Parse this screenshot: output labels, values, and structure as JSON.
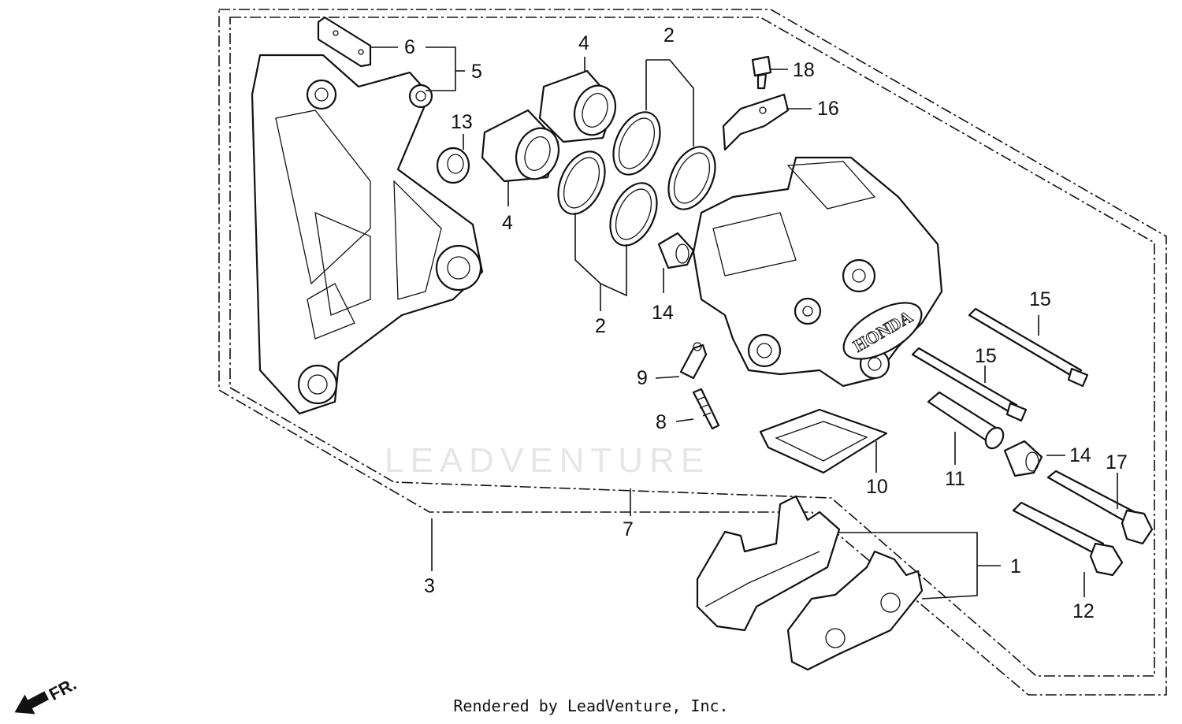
{
  "diagram": {
    "labels": {
      "l1": "1",
      "l2a": "2",
      "l2b": "2",
      "l3": "3",
      "l4a": "4",
      "l4b": "4",
      "l5": "5",
      "l6": "6",
      "l7": "7",
      "l8": "8",
      "l9": "9",
      "l10": "10",
      "l11": "11",
      "l12": "12",
      "l13": "13",
      "l14a": "14",
      "l14b": "14",
      "l15a": "15",
      "l15b": "15",
      "l16": "16",
      "l17": "17",
      "l18": "18"
    },
    "caliper_brand": "HONDA",
    "direction_marker": "FR.",
    "watermark": "LEADVENTURE"
  },
  "footer": {
    "text": "Rendered by LeadVenture, Inc."
  },
  "colors": {
    "line": "#111111",
    "background": "#ffffff",
    "watermark": "#e6e6e6"
  }
}
